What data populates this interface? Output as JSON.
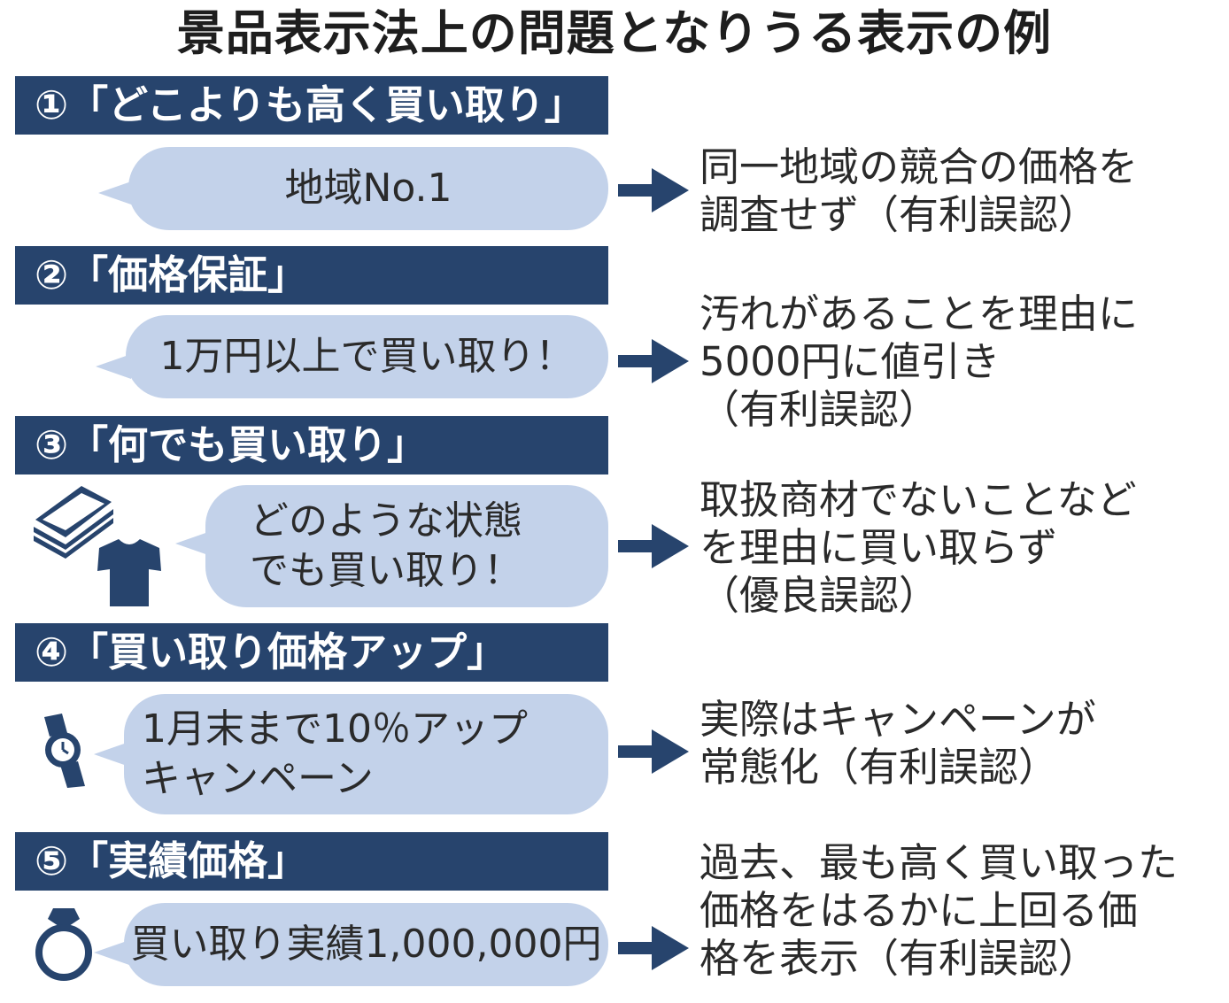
{
  "title": "景品表示法上の問題となりうる表示の例",
  "items": [
    {
      "header": "①「どこよりも高く買い取り」",
      "bubble": [
        "地域No.1"
      ],
      "desc": [
        "同一地域の競合の価格を",
        "調査せず（有利誤認）"
      ]
    },
    {
      "header": "②「価格保証」",
      "bubble": [
        "1万円以上で買い取り！"
      ],
      "desc": [
        "汚れがあることを理由に",
        "5000円に値引き",
        "（有利誤認）"
      ]
    },
    {
      "header": "③「何でも買い取り」",
      "bubble": [
        "どのような状態",
        "でも買い取り！"
      ],
      "desc": [
        "取扱商材でないことなど",
        "を理由に買い取らず",
        "（優良誤認）"
      ],
      "icon": "book-and-shirt-icon"
    },
    {
      "header": "④「買い取り価格アップ」",
      "bubble": [
        "1月末まで10％アップ",
        "キャンペーン"
      ],
      "desc": [
        "実際はキャンペーンが",
        "常態化（有利誤認）"
      ],
      "icon": "watch-icon"
    },
    {
      "header": "⑤「実績価格」",
      "bubble": [
        "買い取り実績1,000,000円"
      ],
      "desc": [
        "過去、最も高く買い取った",
        "価格をはるかに上回る価",
        "格を表示（有利誤認）"
      ],
      "icon": "ring-icon"
    }
  ],
  "colors": {
    "header_bg": "#27446d",
    "bubble_bg": "#c3d2ea",
    "icon": "#27446d",
    "text": "#2a2a2a"
  }
}
